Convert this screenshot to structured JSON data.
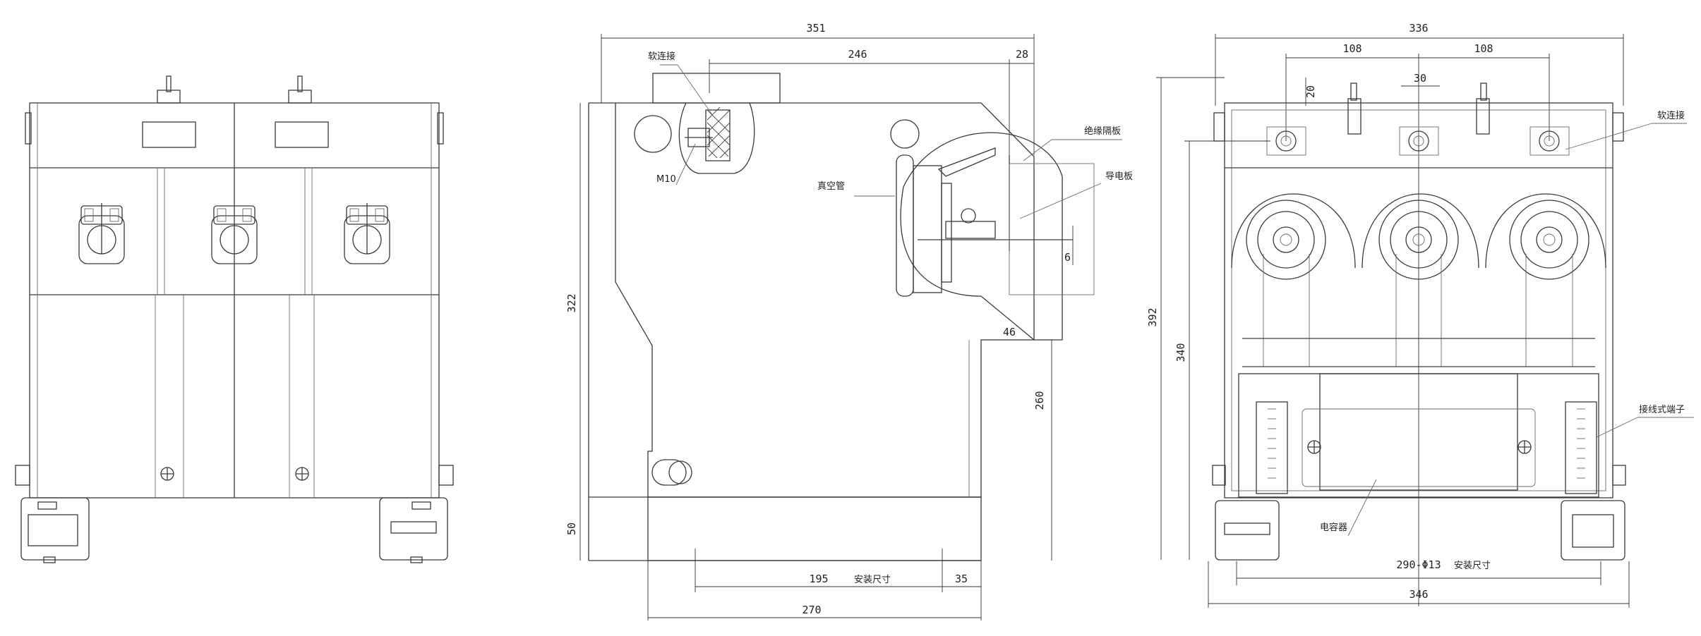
{
  "views": {
    "side": {
      "dims": {
        "overall_width": "351",
        "top_inner": "246",
        "top_right": "28",
        "height": "322",
        "right_offset": "46",
        "right_height": "260",
        "base_height": "50",
        "bottom_a": "195",
        "bottom_b": "35",
        "bottom_total": "270",
        "small_gap": "6"
      },
      "labels": {
        "soft_link": "软连接",
        "bolt": "M10",
        "vacuum_tube": "真空管",
        "insulation_plate": "绝缘隔板",
        "conductor_plate": "导电板",
        "mount_size": "安装尺寸"
      }
    },
    "rear": {
      "dims": {
        "overall_width": "336",
        "pitch_left": "108",
        "pitch_right": "108",
        "top_gap": "20",
        "center_gap": "30",
        "height_total": "392",
        "height_inner": "340",
        "mount_holes": "290-Φ13",
        "base_width": "346"
      },
      "labels": {
        "soft_link": "软连接",
        "terminal_block": "接线式端子",
        "capacitor": "电容器",
        "mount_size": "安装尺寸"
      }
    }
  }
}
